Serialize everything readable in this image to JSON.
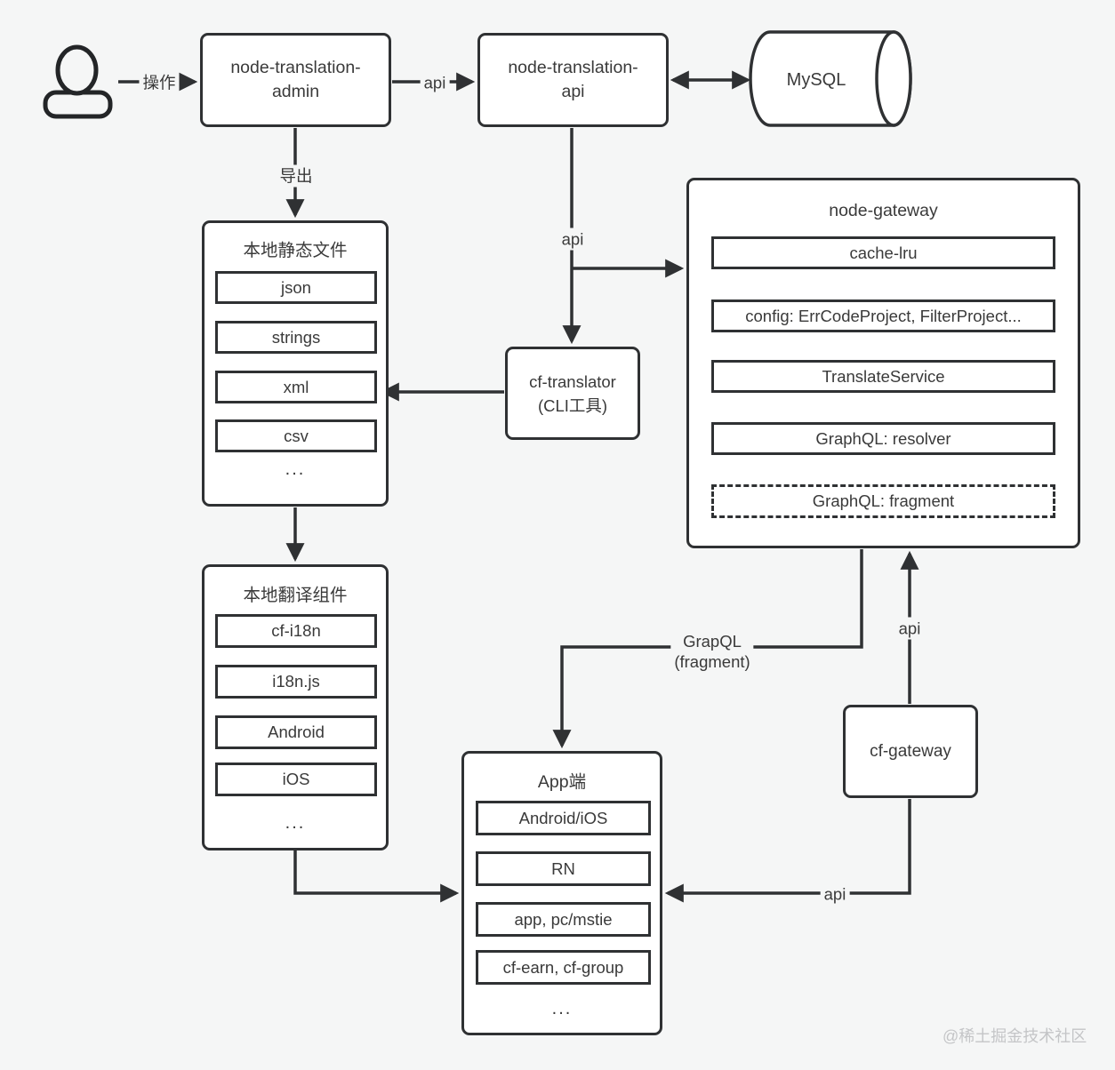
{
  "colors": {
    "background": "#f5f6f6",
    "line": "#2f3133",
    "node_fill": "#ffffff",
    "watermark_text": "#c4c5c7"
  },
  "edges": {
    "operate": "操作",
    "api_admin": "api",
    "export": "导出",
    "api_mid": "api",
    "graphql_line1": "GrapQL",
    "graphql_line2": "(fragment)",
    "api_up": "api",
    "api_bottom": "api"
  },
  "nodes": {
    "admin": {
      "line1": "node-translation-",
      "line2": "admin"
    },
    "api_service": {
      "line1": "node-translation-",
      "line2": "api"
    },
    "mysql": {
      "label": "MySQL"
    },
    "static_files": {
      "title": "本地静态文件",
      "items": [
        "json",
        "strings",
        "xml",
        "csv"
      ],
      "more": "..."
    },
    "cf_translator": {
      "line1": "cf-translator",
      "line2": "(CLI工具)"
    },
    "node_gateway": {
      "title": "node-gateway",
      "items": [
        "cache-lru",
        "config: ErrCodeProject, FilterProject...",
        "TranslateService",
        "GraphQL: resolver",
        "GraphQL: fragment"
      ]
    },
    "translate_components": {
      "title": "本地翻译组件",
      "items": [
        "cf-i18n",
        "i18n.js",
        "Android",
        "iOS"
      ],
      "more": "..."
    },
    "cf_gateway": {
      "label": "cf-gateway"
    },
    "app": {
      "title": "App端",
      "items": [
        "Android/iOS",
        "RN",
        "app, pc/mstie",
        "cf-earn, cf-group"
      ],
      "more": "..."
    }
  },
  "watermark": "@稀土掘金技术社区"
}
